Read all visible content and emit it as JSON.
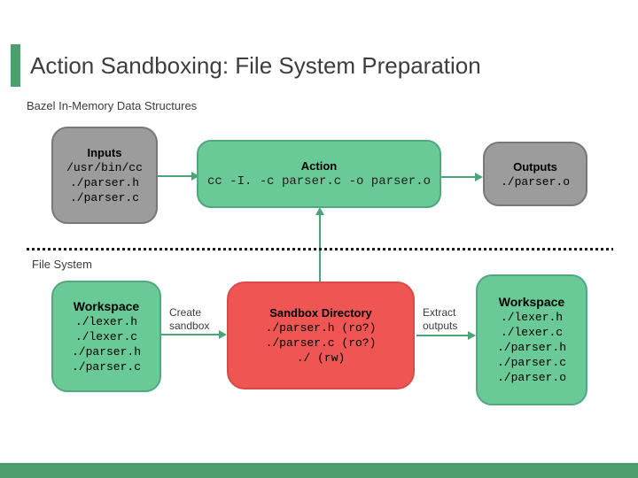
{
  "slide": {
    "title": "Action Sandboxing: File System Preparation",
    "memory_section_label": "Bazel In-Memory Data Structures",
    "filesystem_section_label": "File System"
  },
  "colors": {
    "accent_green_bar": "#4f9e6e",
    "box_green_fill": "#69ca97",
    "box_gray_fill": "#9c9c9c",
    "box_red_fill": "#ee5553",
    "arrow_green": "#4ba579",
    "title_text": "#3d3d3d",
    "dotted_line": "#1d1d1d"
  },
  "diagram": {
    "inputs_box": {
      "title": "Inputs",
      "lines": [
        "/usr/bin/cc",
        "./parser.h",
        "./parser.c"
      ]
    },
    "action_box": {
      "title": "Action",
      "command": "cc -I. -c parser.c -o parser.o"
    },
    "outputs_box": {
      "title": "Outputs",
      "lines": [
        "./parser.o"
      ]
    },
    "workspace_before_box": {
      "title": "Workspace",
      "lines": [
        "./lexer.h",
        "./lexer.c",
        "./parser.h",
        "./parser.c"
      ]
    },
    "sandbox_box": {
      "title": "Sandbox Directory",
      "lines": [
        "./parser.h (ro?)",
        "./parser.c (ro?)",
        "./ (rw)"
      ]
    },
    "workspace_after_box": {
      "title": "Workspace",
      "lines": [
        "./lexer.h",
        "./lexer.c",
        "./parser.h",
        "./parser.c",
        "./parser.o"
      ]
    },
    "arrow_labels": {
      "create_sandbox": "Create sandbox",
      "extract_outputs": "Extract outputs"
    }
  }
}
